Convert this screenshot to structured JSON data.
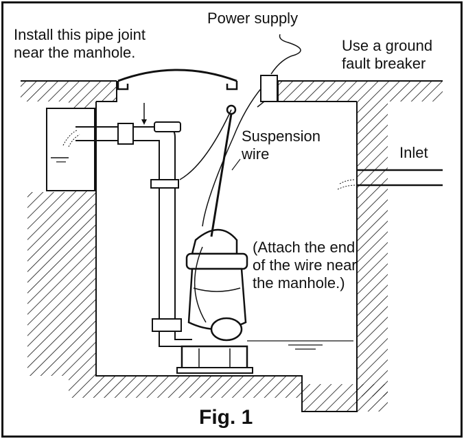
{
  "labels": {
    "pipe_joint": [
      "Install this pipe joint",
      "near the manhole."
    ],
    "power_supply": "Power supply",
    "ground_fault": [
      "Use a ground",
      "fault breaker"
    ],
    "suspension_wire": [
      "Suspension",
      "wire"
    ],
    "inlet": "Inlet",
    "attach_note": [
      "(Attach the end",
      "of the wire near",
      "the manhole.)"
    ]
  },
  "caption": "Fig. 1",
  "colors": {
    "ink": "#111111",
    "paper": "#ffffff"
  }
}
